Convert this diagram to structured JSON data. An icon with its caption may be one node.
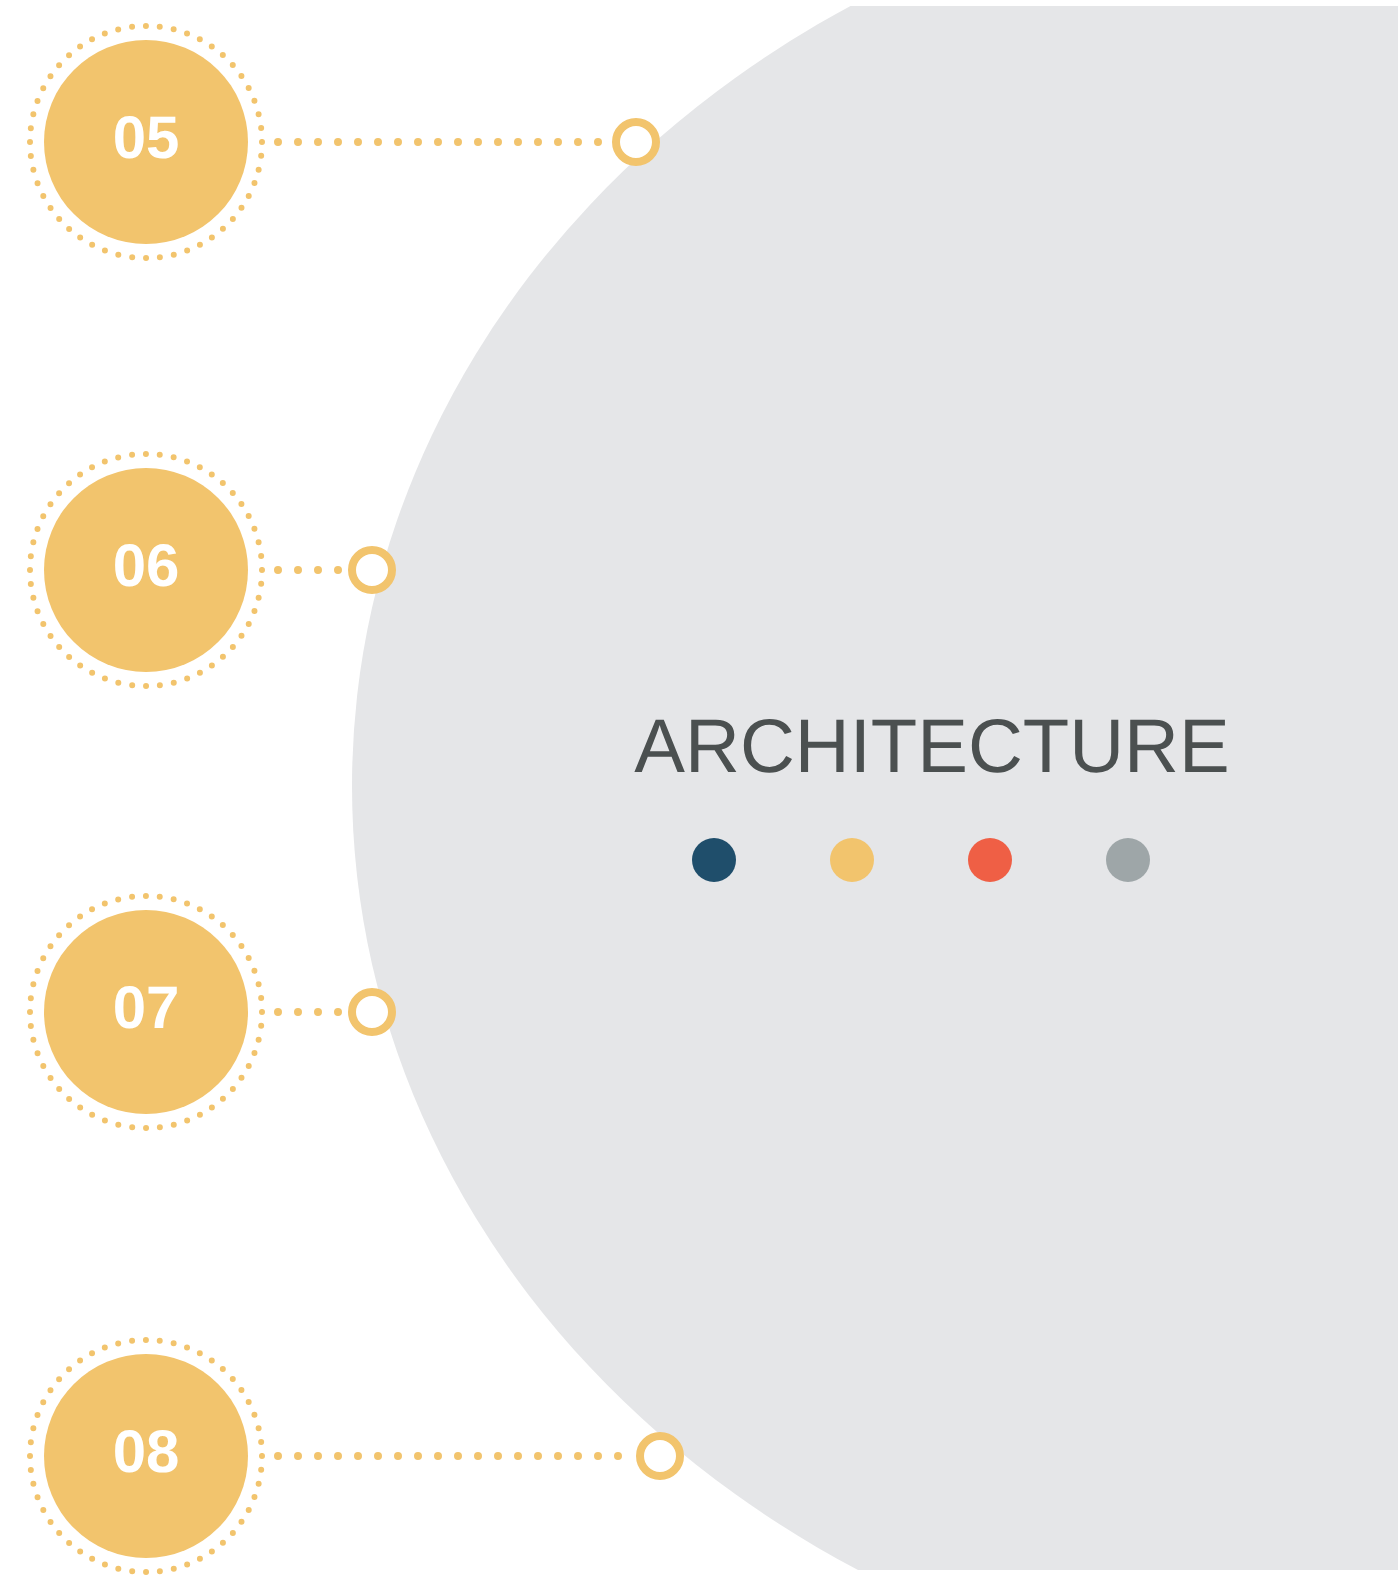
{
  "diagram": {
    "nodes": [
      {
        "text": [
          "05"
        ]
      },
      {
        "text": [],
        "shape": "circle"
      },
      {
        "text": [
          "06"
        ]
      },
      {
        "text": [],
        "shape": "circle"
      },
      {
        "text": [
          "ARCHITECTURE"
        ]
      },
      {
        "text": [
          "07"
        ]
      },
      {
        "text": [],
        "shape": "circle"
      },
      {
        "text": [
          "08"
        ]
      },
      {
        "text": [],
        "shape": "circle"
      }
    ],
    "edges": [
      {
        "from": 0,
        "to": 1,
        "arrow": "none"
      },
      {
        "from": 2,
        "to": 3,
        "arrow": "none"
      },
      {
        "from": 5,
        "to": 6,
        "arrow": "none"
      },
      {
        "from": 7,
        "to": 8,
        "arrow": "none"
      }
    ]
  }
}
